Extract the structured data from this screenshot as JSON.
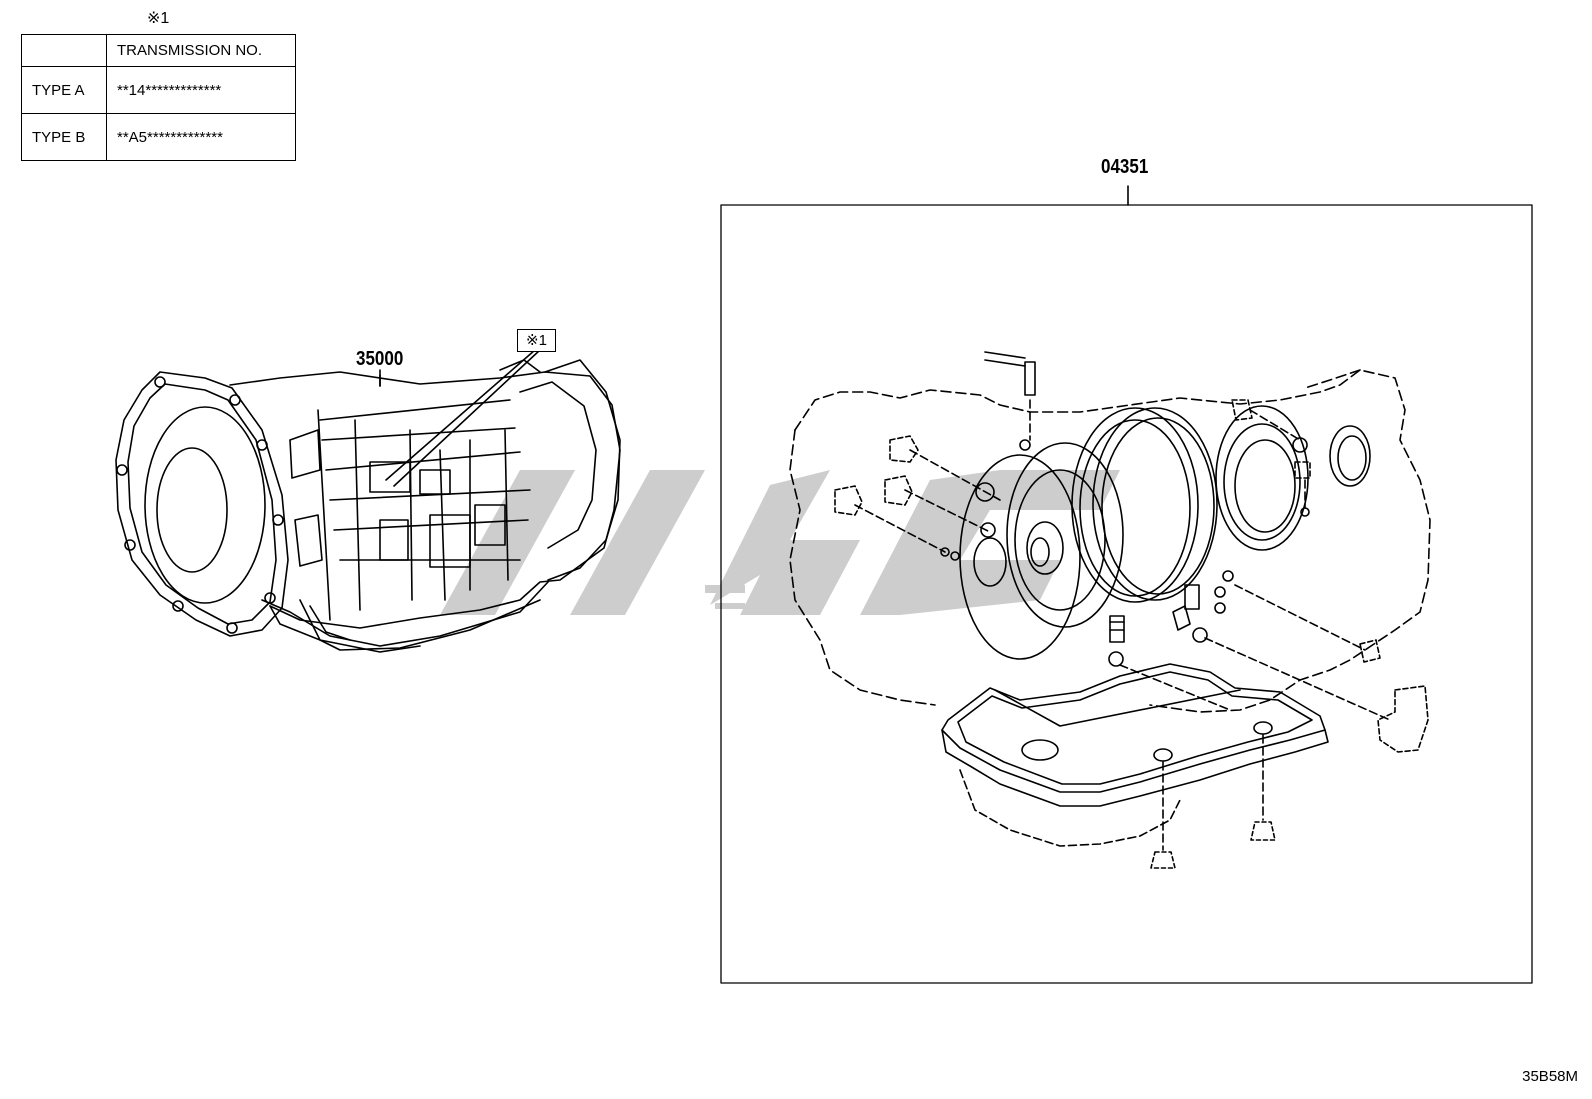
{
  "legend_table": {
    "marker": "※1",
    "header": [
      "",
      "TRANSMISSION NO."
    ],
    "rows": [
      {
        "type": "TYPE A",
        "number": "**14*************"
      },
      {
        "type": "TYPE B",
        "number": "**A5*************"
      }
    ]
  },
  "parts": {
    "transmission_label": "35000",
    "callout_marker": "※1",
    "gasket_kit_label": "04351"
  },
  "figure_code": "35B58M",
  "colors": {
    "line": "#000000",
    "watermark": "#c8c8c8",
    "background": "#ffffff"
  }
}
